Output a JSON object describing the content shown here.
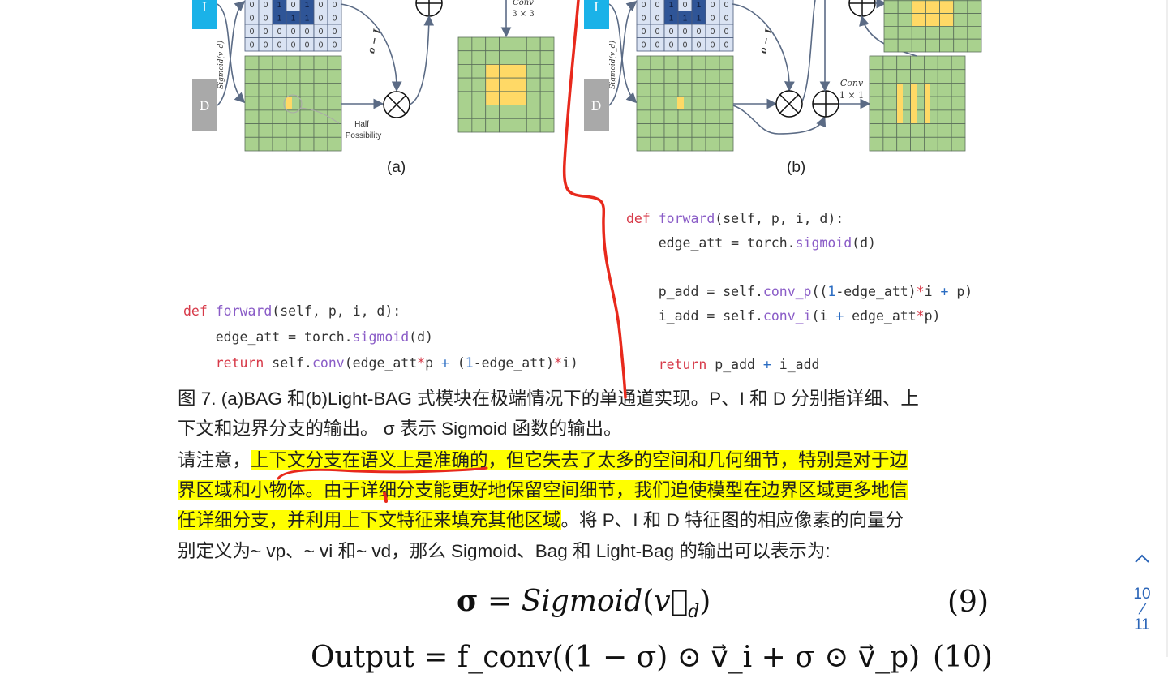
{
  "figure": {
    "label_a": "(a)",
    "label_b": "(b)",
    "input_i": "I",
    "input_d": "D",
    "sigmoid_label": "Sigmoid(v_d)",
    "one_minus_sigma": "1 − σ",
    "half_possibility_1": "Half",
    "half_possibility_2": "Possibility",
    "conv3_1": "Conv",
    "conv3_2": "3 × 3",
    "conv1_1": "Conv",
    "conv1_2": "1 × 1",
    "matrix_rows": [
      [
        0,
        0,
        1,
        0,
        1,
        0,
        0
      ],
      [
        0,
        0,
        1,
        1,
        1,
        0,
        0
      ],
      [
        0,
        0,
        0,
        0,
        0,
        0,
        0
      ],
      [
        0,
        0,
        0,
        0,
        0,
        0,
        0
      ]
    ],
    "colors": {
      "context": "#1ab2e8",
      "boundary": "#a9a9a9",
      "green": "#a9d18e",
      "yellow": "#ffd966",
      "matrix_bg": "#dae3f3",
      "matrix_dark": "#2f5597"
    }
  },
  "code_a": [
    [
      [
        "def",
        "kw"
      ],
      [
        " ",
        ""
      ],
      [
        "forward",
        "fn"
      ],
      [
        "(self, p, i, d):",
        ""
      ]
    ],
    [
      [
        "    edge_att = torch.",
        ""
      ],
      [
        "sigmoid",
        "fn"
      ],
      [
        "(d)",
        ""
      ]
    ],
    [
      [
        "    ",
        ""
      ],
      [
        "return",
        "kw"
      ],
      [
        " self.",
        ""
      ],
      [
        "conv",
        "fn"
      ],
      [
        "(edge_att",
        ""
      ],
      [
        "*",
        "kw"
      ],
      [
        "p ",
        ""
      ],
      [
        "+",
        "num"
      ],
      [
        " (",
        ""
      ],
      [
        "1",
        "num"
      ],
      [
        "-edge_att)",
        ""
      ],
      [
        "*",
        "kw"
      ],
      [
        "i)",
        ""
      ]
    ]
  ],
  "code_b": [
    [
      [
        "def",
        "kw"
      ],
      [
        " ",
        ""
      ],
      [
        "forward",
        "fn"
      ],
      [
        "(self, p, i, d):",
        ""
      ]
    ],
    [
      [
        "    edge_att = torch.",
        ""
      ],
      [
        "sigmoid",
        "fn"
      ],
      [
        "(d)",
        ""
      ]
    ],
    [
      [
        "",
        ""
      ]
    ],
    [
      [
        "    p_add = self.",
        ""
      ],
      [
        "conv_p",
        "fn"
      ],
      [
        "((",
        ""
      ],
      [
        "1",
        "num"
      ],
      [
        "-edge_att)",
        ""
      ],
      [
        "*",
        "kw"
      ],
      [
        "i ",
        ""
      ],
      [
        "+",
        "num"
      ],
      [
        " p)",
        ""
      ]
    ],
    [
      [
        "    i_add = self.",
        ""
      ],
      [
        "conv_i",
        "fn"
      ],
      [
        "(i ",
        ""
      ],
      [
        "+",
        "num"
      ],
      [
        " edge_att",
        ""
      ],
      [
        "*",
        "kw"
      ],
      [
        "p)",
        ""
      ]
    ],
    [
      [
        "",
        ""
      ]
    ],
    [
      [
        "    ",
        ""
      ],
      [
        "return",
        "kw"
      ],
      [
        " p_add ",
        ""
      ],
      [
        "+",
        "num"
      ],
      [
        " i_add",
        ""
      ]
    ]
  ],
  "text_lines": [
    [
      {
        "t": "图 7. (a)BAG 和(b)Light-BAG 式模块在极端情况下的单通道实现。P、I 和 D 分别指详细、上",
        "hl": false
      }
    ],
    [
      {
        "t": "下文和边界分支的输出。 σ 表示 Sigmoid 函数的输出。",
        "hl": false
      }
    ],
    [
      {
        "t": "请注意，",
        "hl": false
      },
      {
        "t": "上下文分支在语义上是准确的，但它失去了太多的空间和几何细节，特别是对于边",
        "hl": true
      }
    ],
    [
      {
        "t": "界区域和小物体。由于详细分支能更好地保留空间细节，我们迫使模型在边界区域更多地信",
        "hl": true
      }
    ],
    [
      {
        "t": "任详细分支，并利用上下文特征来填充其他区域",
        "hl": true
      },
      {
        "t": "。将 P、I 和 D 特征图的相应像素的向量分",
        "hl": false
      }
    ],
    [
      {
        "t": "别定义为~ vp、~ vi 和~ vd，那么 Sigmoid、Bag 和 Light-Bag 的输出可以表示为:",
        "hl": false
      }
    ]
  ],
  "equations": {
    "eq9_sigma": "σ",
    "eq9_eq": " = ",
    "eq9_fn": "Sigmoid",
    "eq9_open": "(",
    "eq9_v": "v⃗",
    "eq9_sub": "d",
    "eq9_close": ")",
    "eq9_num": "(9)",
    "eq10_text": "Output = f_conv((1 − σ) ⊙ v⃗_i + σ ⊙ v⃗_p)",
    "eq10_num": "(10)"
  },
  "nav": {
    "up_icon": "chevron-up-icon",
    "current_page": "10",
    "separator": "/",
    "total_pages": "11"
  },
  "annotation_color": "#e8291c",
  "highlight_color": "#ffff00"
}
